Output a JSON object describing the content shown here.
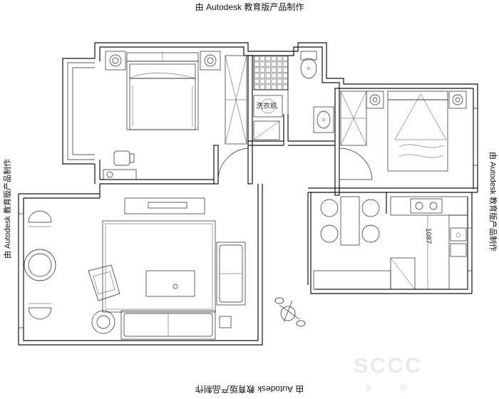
{
  "watermark": {
    "top": "由 Autodesk 教育版产品制作",
    "bottom": "由 Autodesk 教育版产品制作",
    "left": "由 Autodesk 教育版产品制作",
    "right": "由 Autodesk 教育版产品制作"
  },
  "labels": {
    "washer": "洗衣机",
    "kitchen_dim": "1087"
  },
  "logo": {
    "text": "SCCC",
    "sub": "装 饰"
  }
}
